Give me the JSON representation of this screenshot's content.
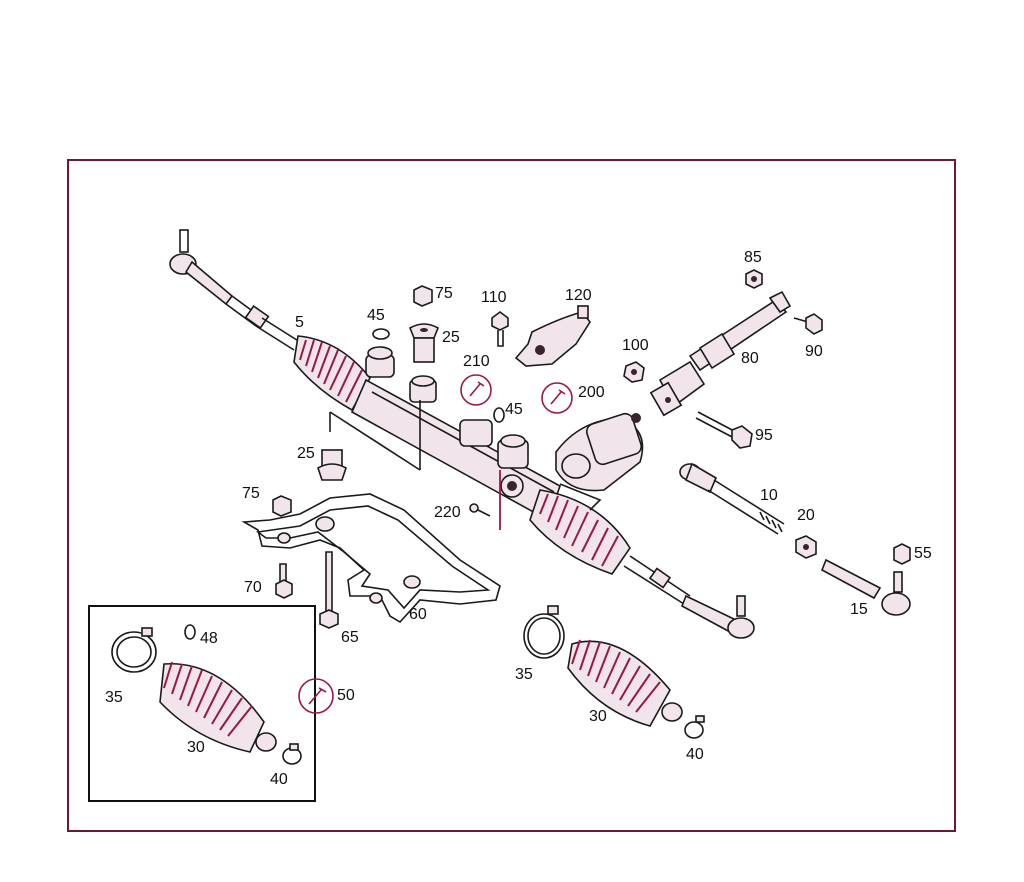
{
  "colors": {
    "border": "#6b1a33",
    "line": "#1a1a1a",
    "accent": "#9a1846",
    "tint": "#f1e4ea"
  },
  "labels": {
    "p5": "5",
    "p10": "10",
    "p15": "15",
    "p20": "20",
    "p25a": "25",
    "p25b": "25",
    "p30a": "30",
    "p30b": "30",
    "p35a": "35",
    "p35b": "35",
    "p40a": "40",
    "p40b": "40",
    "p45a": "45",
    "p45b": "45",
    "p48": "48",
    "p50": "50",
    "p55": "55",
    "p60": "60",
    "p65": "65",
    "p70": "70",
    "p75a": "75",
    "p75b": "75",
    "p80": "80",
    "p85": "85",
    "p90": "90",
    "p95": "95",
    "p100": "100",
    "p110": "110",
    "p120": "120",
    "p200": "200",
    "p210": "210",
    "p220": "220"
  }
}
